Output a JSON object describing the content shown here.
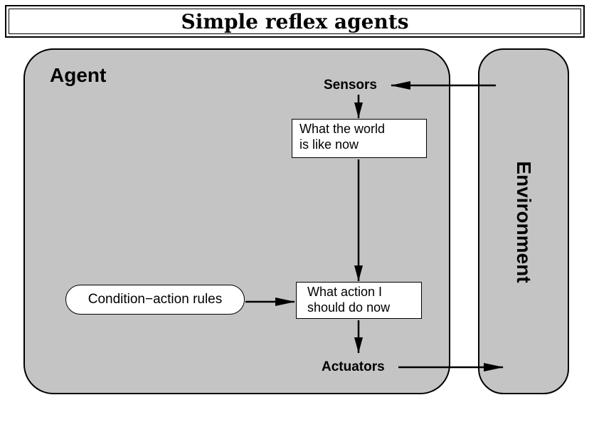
{
  "title": "Simple reflex agents",
  "agent": {
    "label": "Agent"
  },
  "environment": {
    "label": "Environment"
  },
  "sensors": {
    "label": "Sensors"
  },
  "actuators": {
    "label": "Actuators"
  },
  "world_state_box": {
    "line1": "What the world",
    "line2": "is like now"
  },
  "action_box": {
    "line1": "What action I",
    "line2": "should do now"
  },
  "rules_box": {
    "label": "Condition−action rules"
  },
  "colors": {
    "panel_fill": "#c4c4c4",
    "box_fill": "#ffffff",
    "stroke": "#000000"
  }
}
